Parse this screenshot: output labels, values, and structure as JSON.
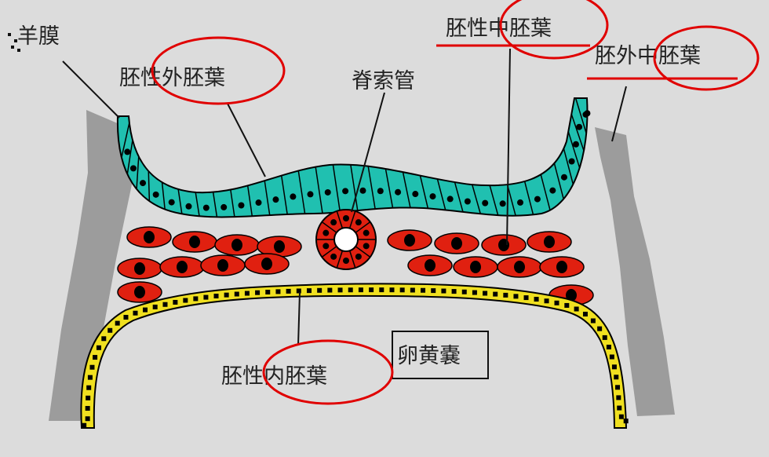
{
  "labels": {
    "amnion": "羊膜",
    "extraembryonic_ectoderm": "胚性外胚葉",
    "notochord": "脊索管",
    "intraembryonic_mesoderm": "胚性中胚葉",
    "extraembryonic_mesoderm": "胚外中胚葉",
    "intraembryonic_endoderm": "胚性内胚葉",
    "yolk_sac": "卵黄嚢"
  },
  "colors": {
    "background": "#dcdcdc",
    "ectoderm": "#20c0b0",
    "mesoderm": "#e02010",
    "endoderm": "#f0e020",
    "nucleus": "#000000",
    "amnion_wall": "#9c9c9c",
    "annotation": "#e00000"
  }
}
